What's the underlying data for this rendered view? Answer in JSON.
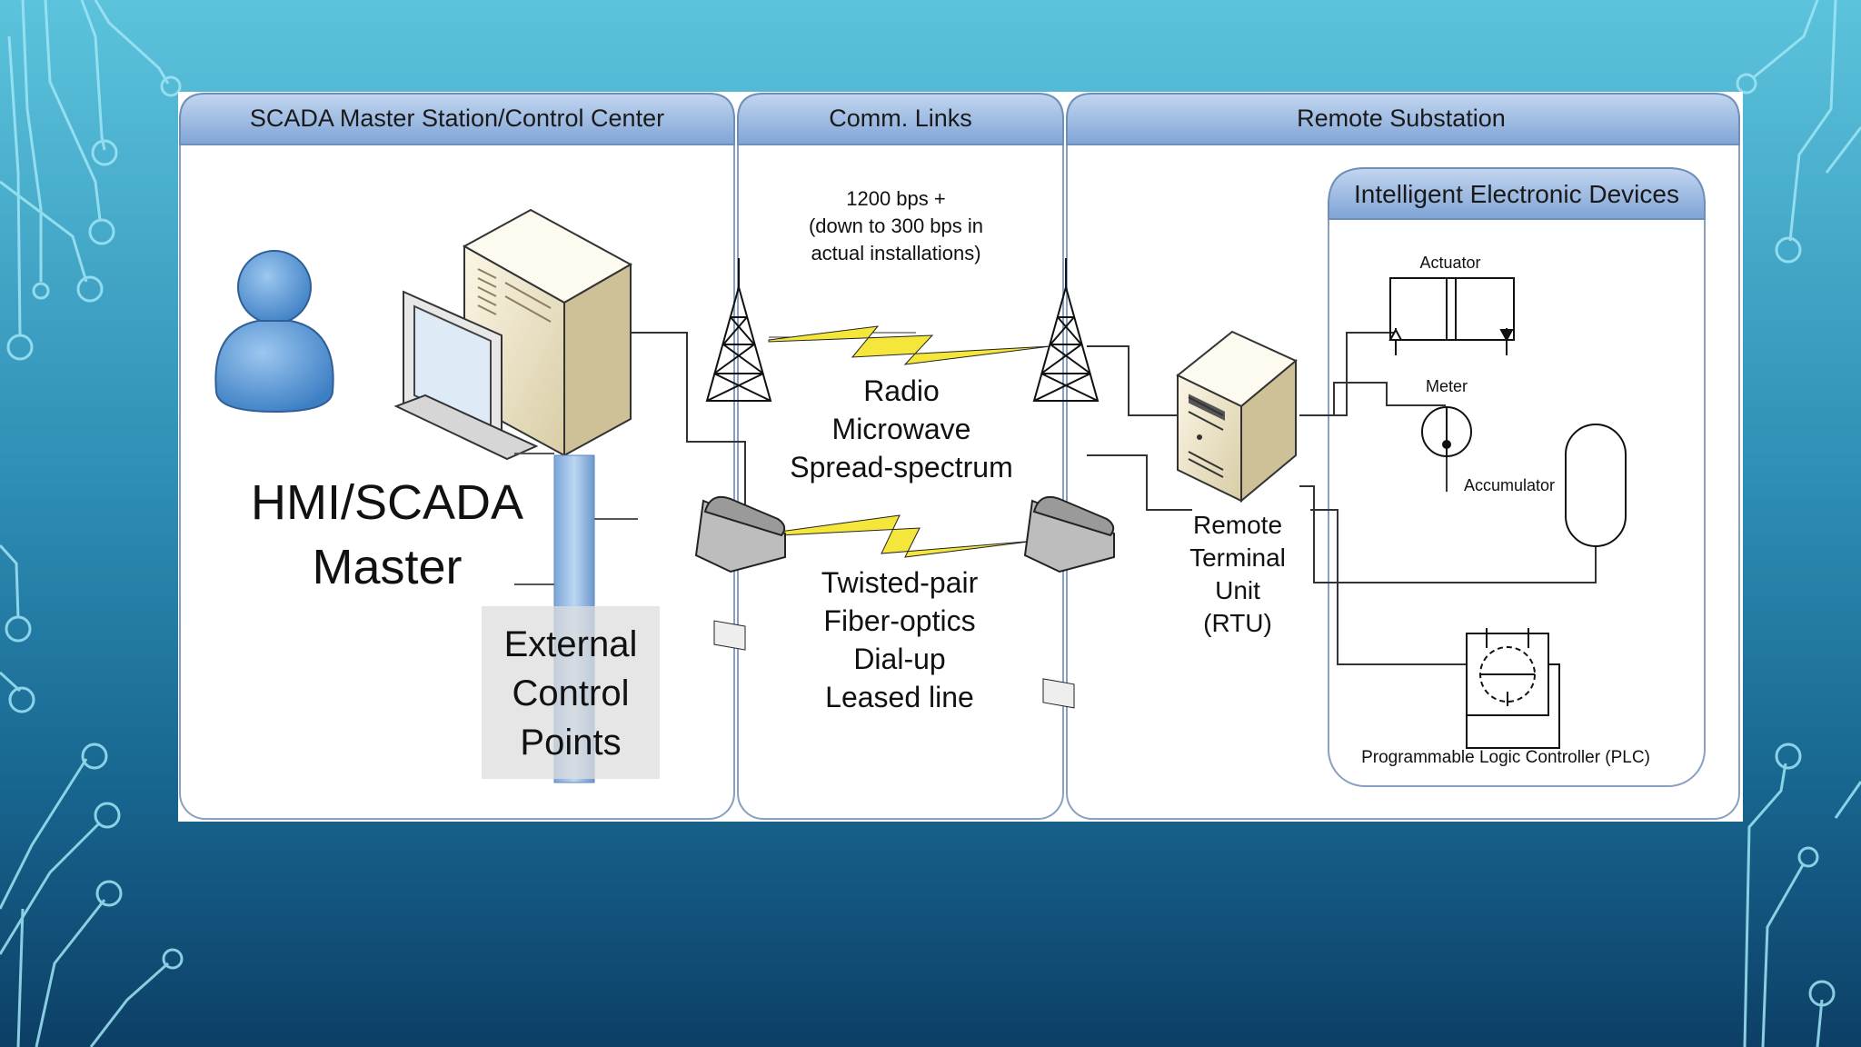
{
  "panels": {
    "master": "SCADA Master Station/Control Center",
    "comm": "Comm. Links",
    "remote": "Remote Substation",
    "ied": "Intelligent Electronic Devices"
  },
  "master": {
    "hmi_line1": "HMI/SCADA",
    "hmi_line2": "Master",
    "ext_line1": "External",
    "ext_line2": "Control",
    "ext_line3": "Points"
  },
  "comm": {
    "speed_line1": "1200 bps +",
    "speed_line2": "(down to 300 bps in",
    "speed_line3": "actual installations)",
    "radio_line1": "Radio",
    "radio_line2": "Microwave",
    "radio_line3": "Spread-spectrum",
    "wire_line1": "Twisted-pair",
    "wire_line2": "Fiber-optics",
    "wire_line3": "Dial-up",
    "wire_line4": "Leased line"
  },
  "rtu": {
    "line1": "Remote",
    "line2": "Terminal",
    "line3": "Unit",
    "line4": "(RTU)"
  },
  "devices": {
    "actuator": "Actuator",
    "meter": "Meter",
    "accumulator": "Accumulator",
    "plc": "Programmable Logic Controller (PLC)"
  },
  "colors": {
    "header_blue": "#8fb1dc",
    "person_blue": "#4f8fd0",
    "lightning_yellow": "#f4e63a",
    "server_beige": "#efe6c8"
  }
}
